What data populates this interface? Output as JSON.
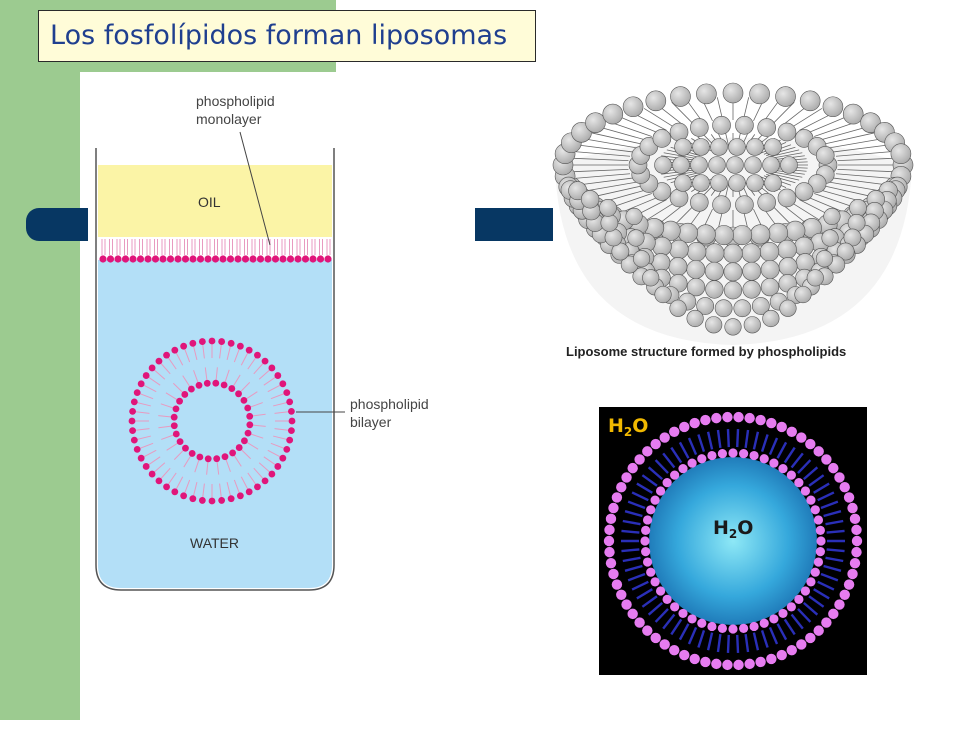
{
  "slide": {
    "title": "Los fosfolípidos forman liposomas",
    "colors": {
      "sidebar": "#9ccb90",
      "accent_tab": "#073763",
      "title_bg": "#fffcd8",
      "title_text": "#1f3f8f"
    }
  },
  "beaker": {
    "label_monolayer": [
      "phospholipid",
      "monolayer"
    ],
    "label_oil": "OIL",
    "label_bilayer": [
      "phospholipid",
      "bilayer"
    ],
    "label_water": "WATER",
    "colors": {
      "oil": "#fbf4a6",
      "water": "#b3dff7",
      "lipid_head": "#e0157a"
    }
  },
  "liposome_3d": {
    "caption": "Liposome structure formed by phospholipids"
  },
  "cross_section": {
    "label_outer": "H2O",
    "label_inner": "H2O",
    "colors": {
      "outer_label": "#f0b800",
      "inner_label": "#1a1a1a",
      "heads": "#e67cf0"
    }
  }
}
